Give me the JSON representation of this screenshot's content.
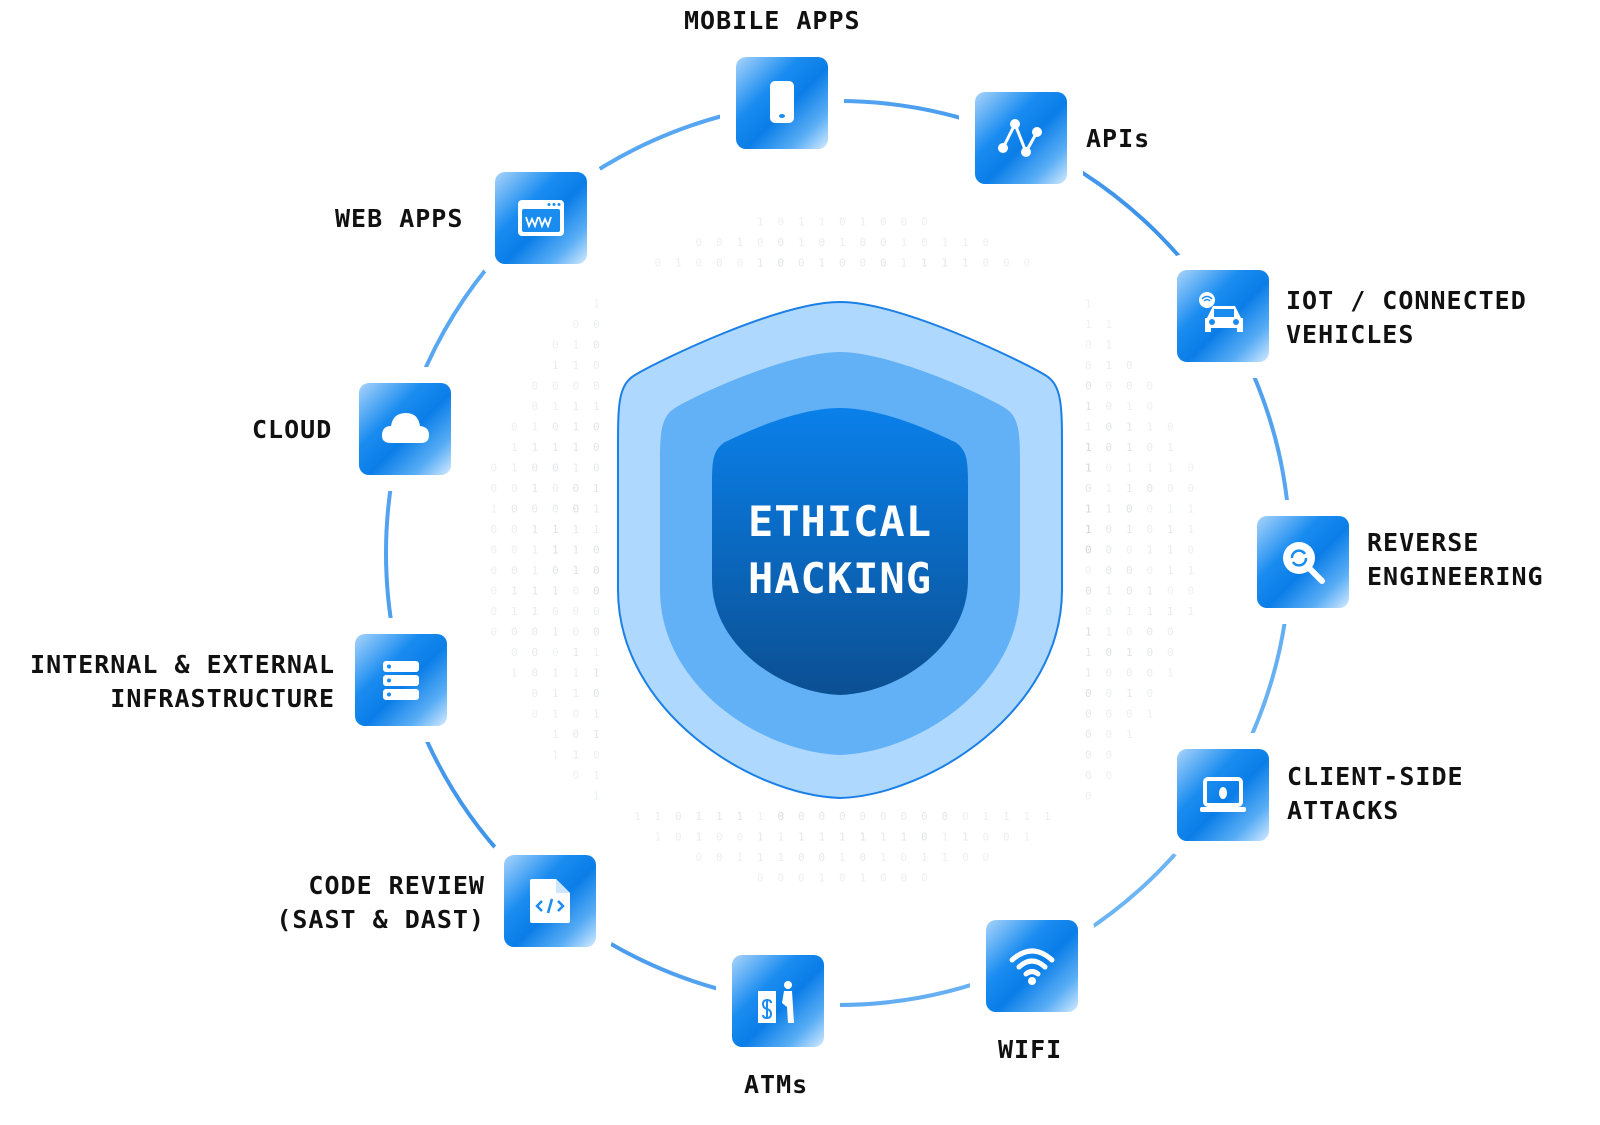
{
  "center": {
    "line1": "ETHICAL",
    "line2": "HACKING"
  },
  "colors": {
    "accent": "#0a7de8",
    "shield_outer": "#aed8fd",
    "shield_mid": "#62b1f6",
    "shield_inner": "#0a5fae",
    "ring": "#1a8cf0"
  },
  "nodes": [
    {
      "label": "MOBILE APPS",
      "icon": "mobile-phone-icon"
    },
    {
      "label": "APIs",
      "icon": "api-nodes-icon"
    },
    {
      "line1": "IOT / CONNECTED",
      "line2": "VEHICLES",
      "icon": "connected-car-icon"
    },
    {
      "line1": "REVERSE",
      "line2": "ENGINEERING",
      "icon": "search-refresh-icon"
    },
    {
      "line1": "CLIENT-SIDE",
      "line2": "ATTACKS",
      "icon": "laptop-bug-icon"
    },
    {
      "label": "WIFI",
      "icon": "wifi-icon"
    },
    {
      "label": "ATMs",
      "icon": "atm-icon"
    },
    {
      "line1": "CODE REVIEW",
      "line2": "(SAST & DAST)",
      "icon": "code-file-icon"
    },
    {
      "line1": "INTERNAL & EXTERNAL",
      "line2": "INFRASTRUCTURE",
      "icon": "server-icon"
    },
    {
      "label": "CLOUD",
      "icon": "cloud-icon"
    },
    {
      "label": "WEB APPS",
      "icon": "browser-www-icon"
    }
  ]
}
